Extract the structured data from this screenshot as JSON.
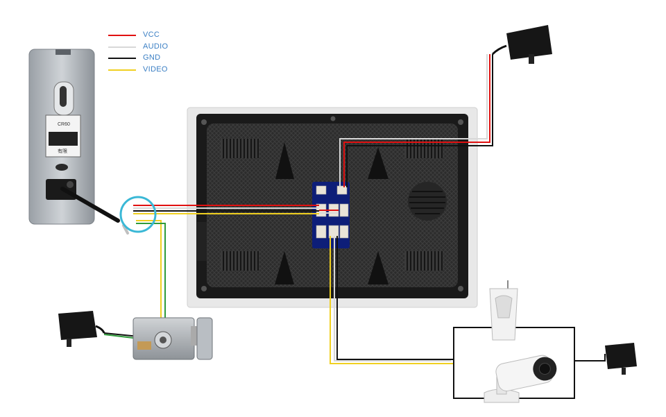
{
  "legend": {
    "items": [
      {
        "label": "VCC",
        "color": "#e01010"
      },
      {
        "label": "AUDIO",
        "color": "#d8d8d8"
      },
      {
        "label": "GND",
        "color": "#111111"
      },
      {
        "label": "VIDEO",
        "color": "#f0d020"
      }
    ]
  },
  "doorbell": {
    "sticker_lines": [
      "CR60",
      "有限"
    ]
  },
  "colors": {
    "vcc": "#e01010",
    "audio": "#d8d8d8",
    "gnd": "#111111",
    "video": "#f0d020",
    "green_wire": "#2e9b3a",
    "magnifier": "#3ab8d6",
    "monitor_back": "#2a2a2a"
  },
  "icons": [
    "doorbell-camera",
    "magnifier-icon",
    "monitor-back",
    "power-adapter",
    "electric-lock",
    "pir-sensor",
    "cctv-camera"
  ]
}
